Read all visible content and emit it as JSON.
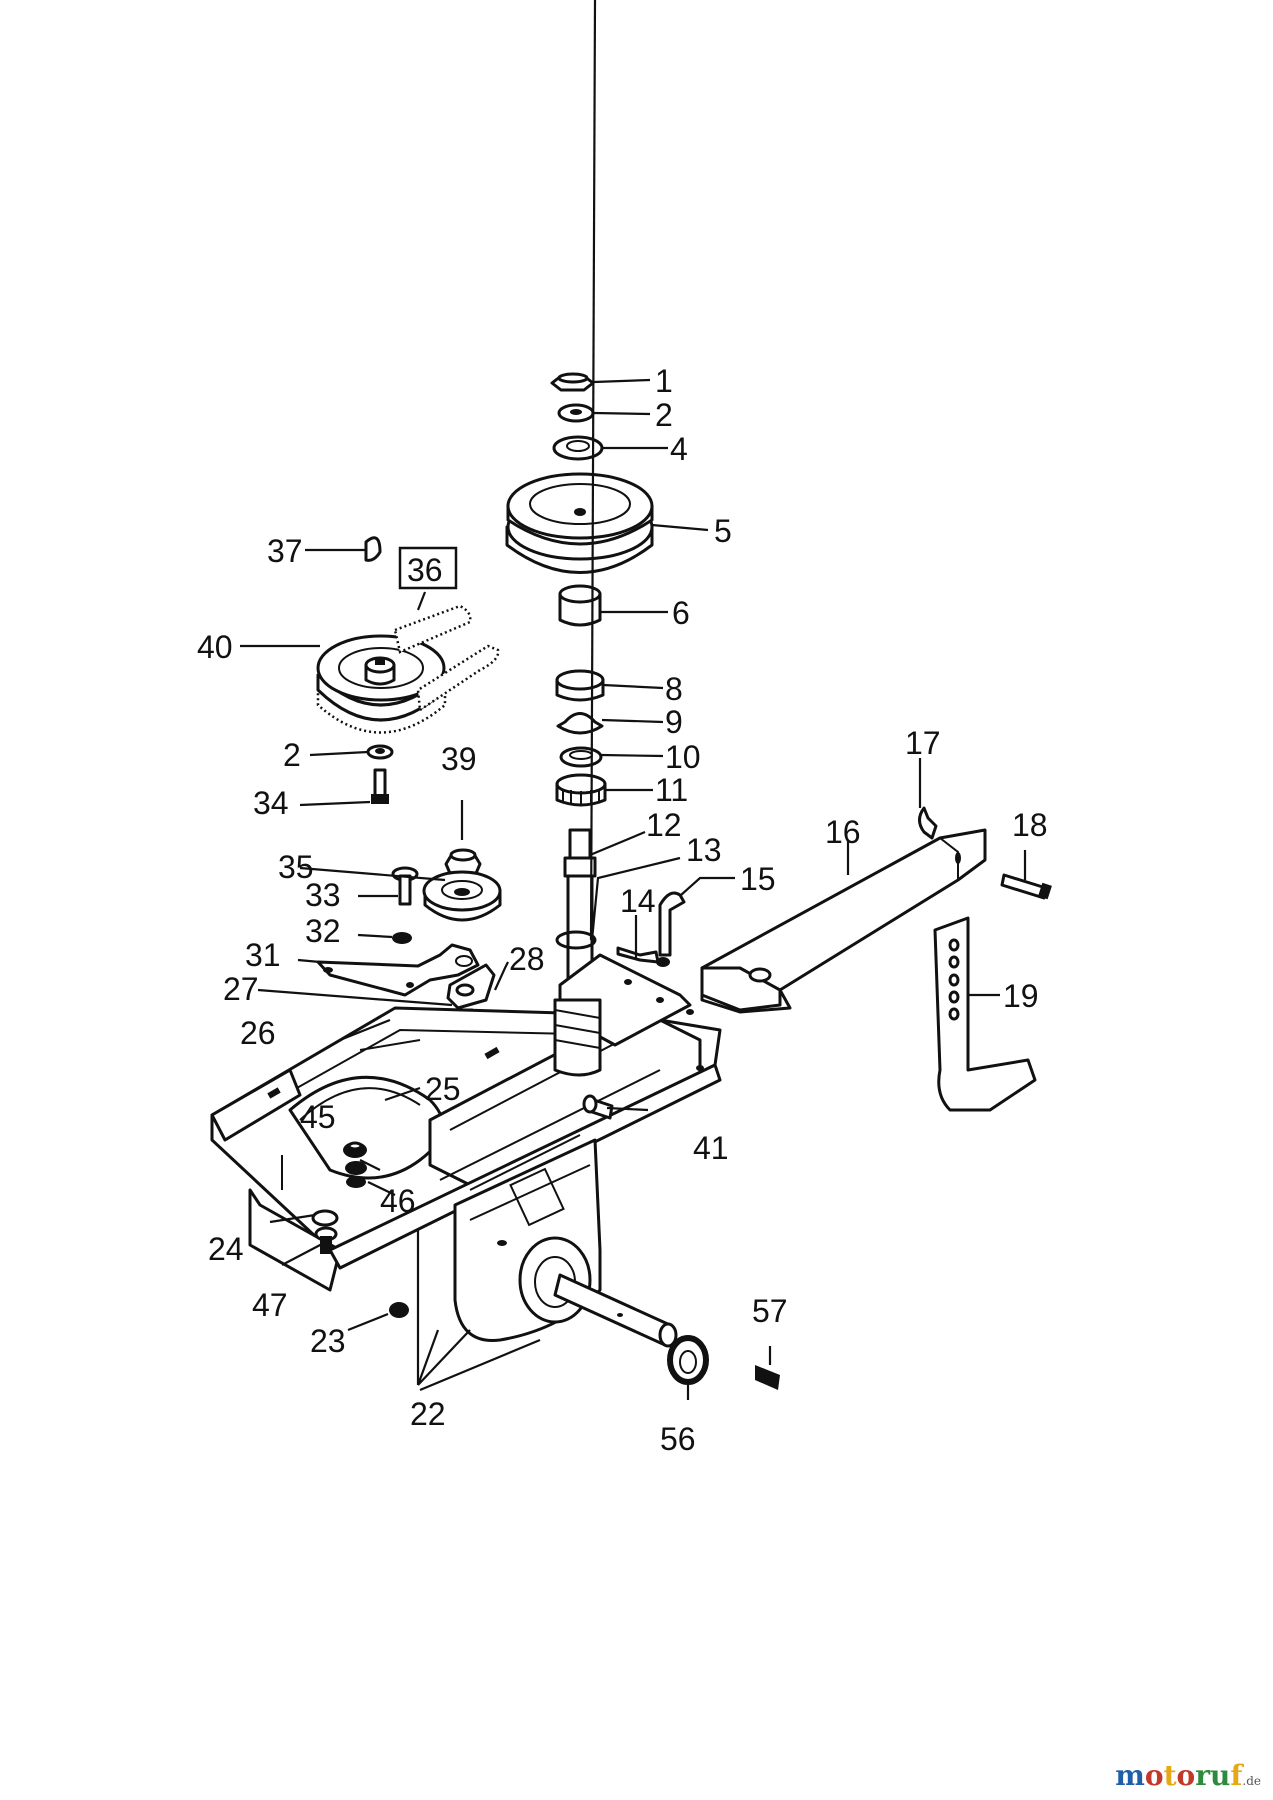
{
  "diagram": {
    "callouts": {
      "c1": "1",
      "c2a": "2",
      "c4": "4",
      "c5": "5",
      "c6": "6",
      "c8": "8",
      "c9": "9",
      "c10": "10",
      "c11": "11",
      "c12": "12",
      "c13": "13",
      "c14": "14",
      "c15": "15",
      "c16": "16",
      "c17": "17",
      "c18": "18",
      "c19": "19",
      "c22": "22",
      "c23": "23",
      "c24": "24",
      "c25": "25",
      "c26": "26",
      "c27": "27",
      "c28": "28",
      "c31": "31",
      "c32": "32",
      "c33": "33",
      "c34": "34",
      "c35": "35",
      "c36": "36",
      "c37": "37",
      "c39": "39",
      "c2b": "2",
      "c40": "40",
      "c41": "41",
      "c45": "45",
      "c46": "46",
      "c47": "47",
      "c56": "56",
      "c57": "57"
    }
  },
  "watermark": {
    "brand": "motoruf",
    "suffix": ".de",
    "colors": [
      "#1f5fa8",
      "#c0392b",
      "#e6a817",
      "#2e8b3e"
    ]
  }
}
